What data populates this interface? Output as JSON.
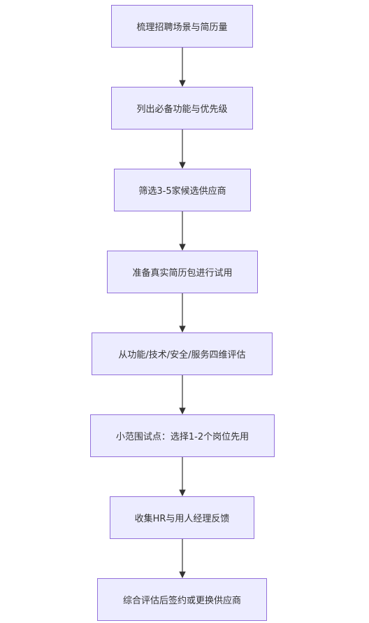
{
  "colors": {
    "node_fill": "#ececff",
    "node_border": "#9370db",
    "text": "#333333",
    "edge": "#333333"
  },
  "nodes": [
    "梳理招聘场景与简历量",
    "列出必备功能与优先级",
    "筛选3-5家候选供应商",
    "准备真实简历包进行试用",
    "从功能/技术/安全/服务四维评估",
    "小范围试点：选择1-2个岗位先用",
    "收集HR与用人经理反馈",
    "综合评估后签约或更换供应商"
  ],
  "edges": [
    [
      0,
      1
    ],
    [
      1,
      2
    ],
    [
      2,
      3
    ],
    [
      3,
      4
    ],
    [
      4,
      5
    ],
    [
      5,
      6
    ],
    [
      6,
      7
    ]
  ]
}
